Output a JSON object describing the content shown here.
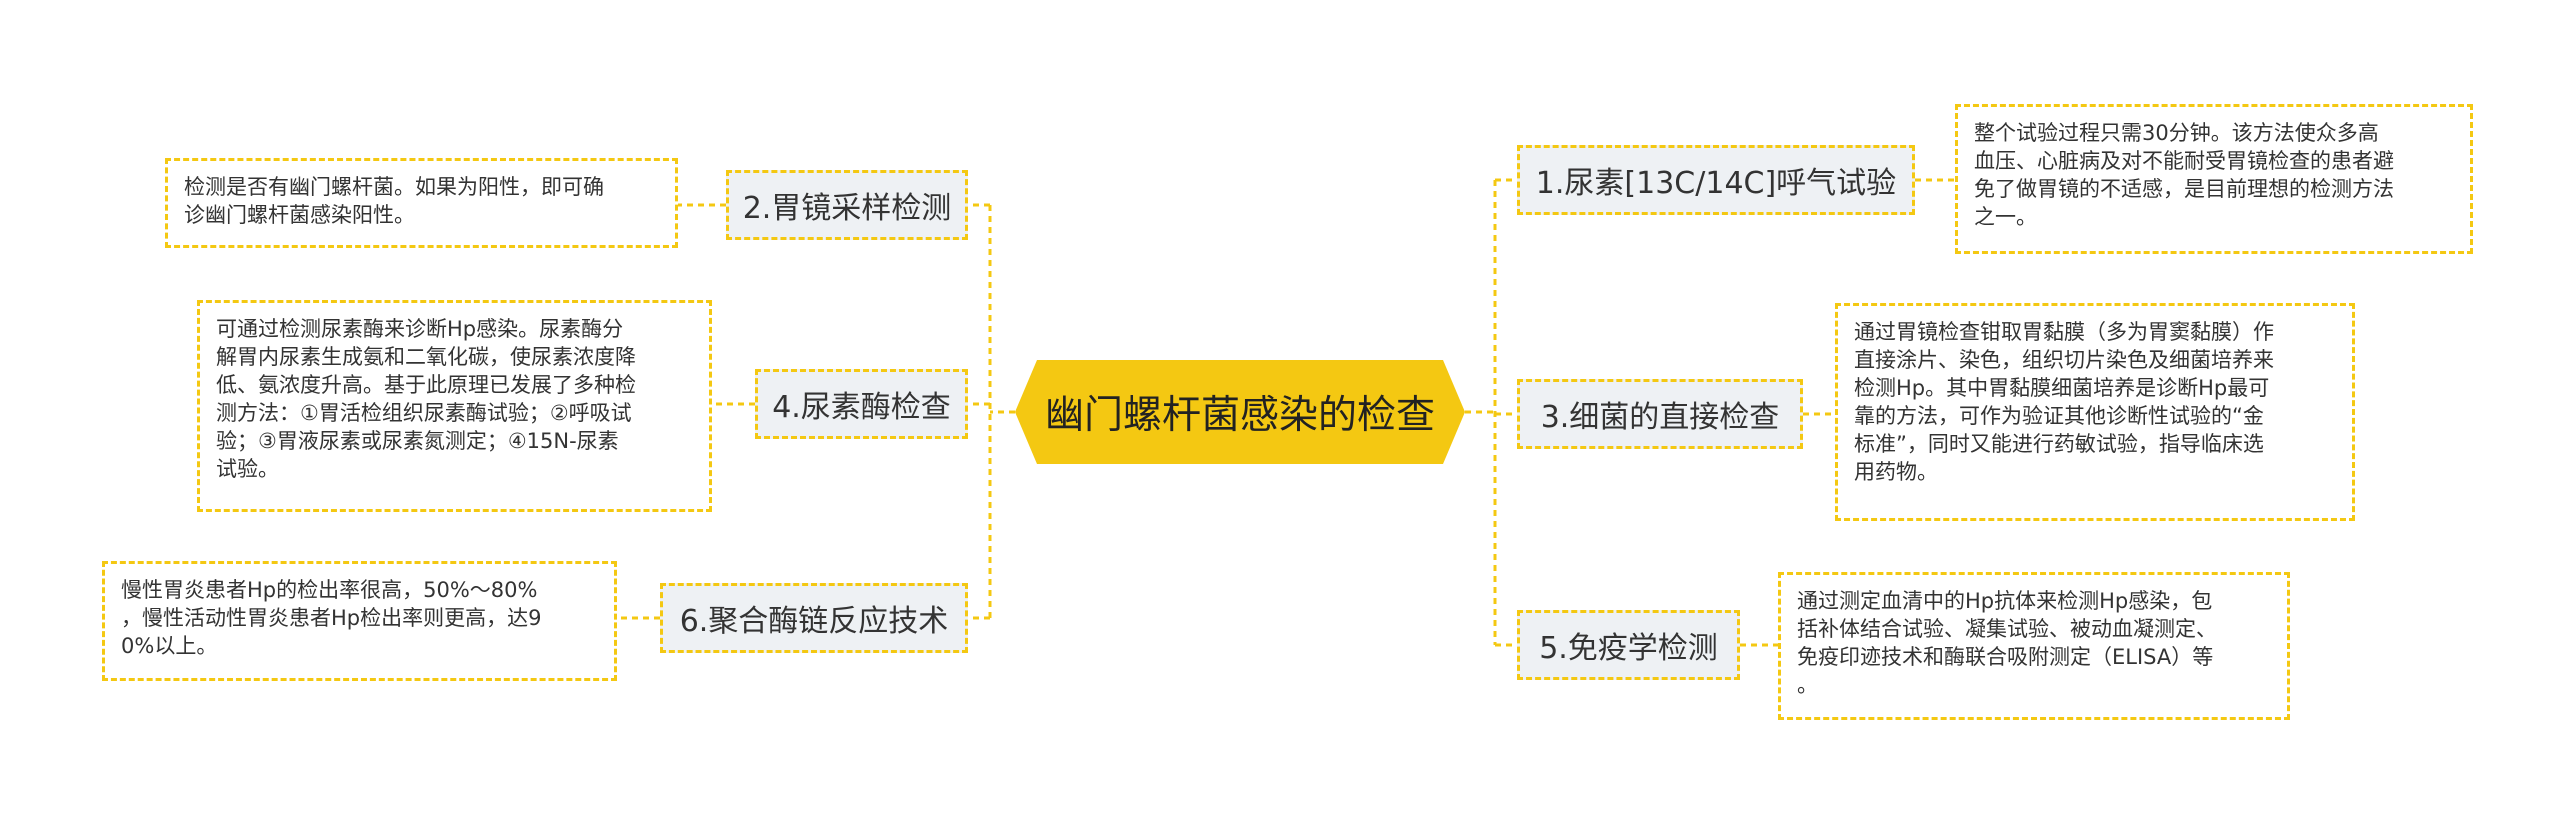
{
  "root": {
    "title": "幽门螺杆菌感染的检查"
  },
  "colors": {
    "accent": "#f4c812",
    "topic_bg": "#eef1f4"
  },
  "branches": [
    {
      "id": "b1",
      "title": "1.尿素[13C/14C]呼气试验",
      "note": "整个试验过程只需30分钟。该方法使众多高\n血压、心脏病及对不能耐受胃镜检查的患者避\n免了做胃镜的不适感，是目前理想的检测方法\n之一。"
    },
    {
      "id": "b2",
      "title": "2.胃镜采样检测",
      "note": "检测是否有幽门螺杆菌。如果为阳性，即可确\n诊幽门螺杆菌感染阳性。"
    },
    {
      "id": "b3",
      "title": "3.细菌的直接检查",
      "note": "通过胃镜检查钳取胃黏膜（多为胃窦黏膜）作\n直接涂片、染色，组织切片染色及细菌培养来\n检测Hp。其中胃黏膜细菌培养是诊断Hp最可\n靠的方法，可作为验证其他诊断性试验的“金\n标准”，同时又能进行药敏试验，指导临床选\n用药物。"
    },
    {
      "id": "b4",
      "title": "4.尿素酶检查",
      "note": "可通过检测尿素酶来诊断Hp感染。尿素酶分\n解胃内尿素生成氨和二氧化碳，使尿素浓度降\n低、氨浓度升高。基于此原理已发展了多种检\n测方法：①胃活检组织尿素酶试验；②呼吸试\n验；③胃液尿素或尿素氮测定；④15N-尿素\n试验。"
    },
    {
      "id": "b5",
      "title": "5.免疫学检测",
      "note": "通过测定血清中的Hp抗体来检测Hp感染，包\n括补体结合试验、凝集试验、被动血凝测定、\n免疫印迹技术和酶联合吸附测定（ELISA）等\n。"
    },
    {
      "id": "b6",
      "title": "6.聚合酶链反应技术",
      "note": "慢性胃炎患者Hp的检出率很高，50%～80%\n，慢性活动性胃炎患者Hp检出率则更高，达9\n0%以上。"
    }
  ]
}
